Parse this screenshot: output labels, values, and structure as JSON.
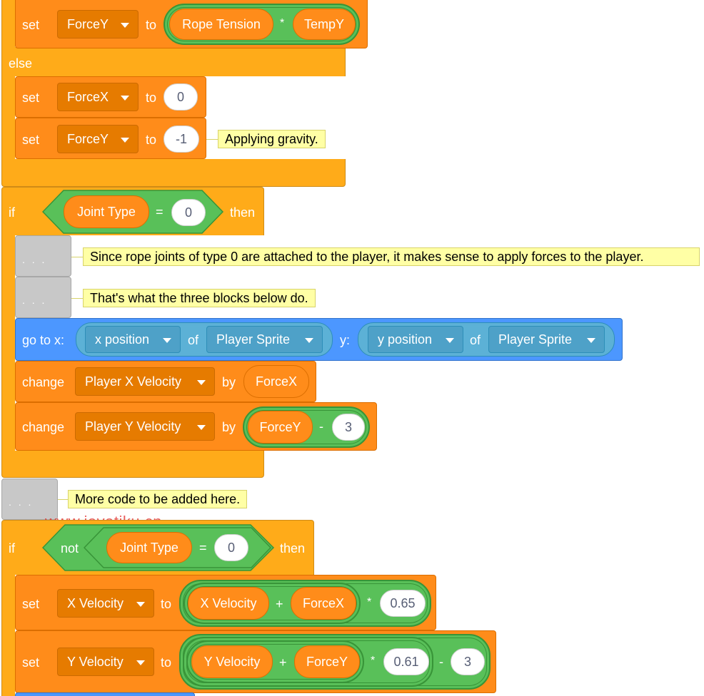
{
  "kw": {
    "set": "set",
    "to": "to",
    "else": "else",
    "if": "if",
    "then": "then",
    "not": "not",
    "change": "change",
    "by": "by",
    "go_to_x": "go to x:",
    "y": "y:",
    "of": "of",
    "dots": ". . .",
    "mul": "*",
    "add": "+",
    "sub": "-",
    "eq": "="
  },
  "blocks": {
    "set_forcey_top": {
      "var": "ForceY",
      "left": "Rope Tension",
      "right": "TempY"
    },
    "set_forcex_zero": {
      "var": "ForceX",
      "value": "0"
    },
    "set_forcey_gravity": {
      "var": "ForceY",
      "value": "-1"
    },
    "if_joint": {
      "reporter": "Joint Type",
      "value": "0"
    },
    "goto": {
      "x_attr": "x position",
      "x_sprite": "Player Sprite",
      "y_attr": "y position",
      "y_sprite": "Player Sprite"
    },
    "change_x": {
      "var": "Player X Velocity",
      "by": "ForceX"
    },
    "change_y": {
      "var": "Player Y Velocity",
      "reporter": "ForceY",
      "value": "3"
    },
    "if_not_joint": {
      "reporter": "Joint Type",
      "value": "0"
    },
    "set_x_vel": {
      "var": "X Velocity",
      "a": "X Velocity",
      "b": "ForceX",
      "factor": "0.65"
    },
    "set_y_vel": {
      "var": "Y Velocity",
      "a": "Y Velocity",
      "b": "ForceY",
      "factor": "0.61",
      "minus": "3"
    }
  },
  "comments": {
    "gravity": "Applying gravity.",
    "rope": "Since rope joints of type 0 are attached to the player, it makes sense to apply forces to the player.",
    "three": "That's what the three blocks below do.",
    "more": "More code to be added here."
  },
  "watermark": "www.javatiku.cn",
  "colors": {
    "control": "#ffab19",
    "variables": "#ff8c1a",
    "motion": "#4c97ff",
    "operators": "#59c059",
    "comment": "#ffffa5"
  }
}
